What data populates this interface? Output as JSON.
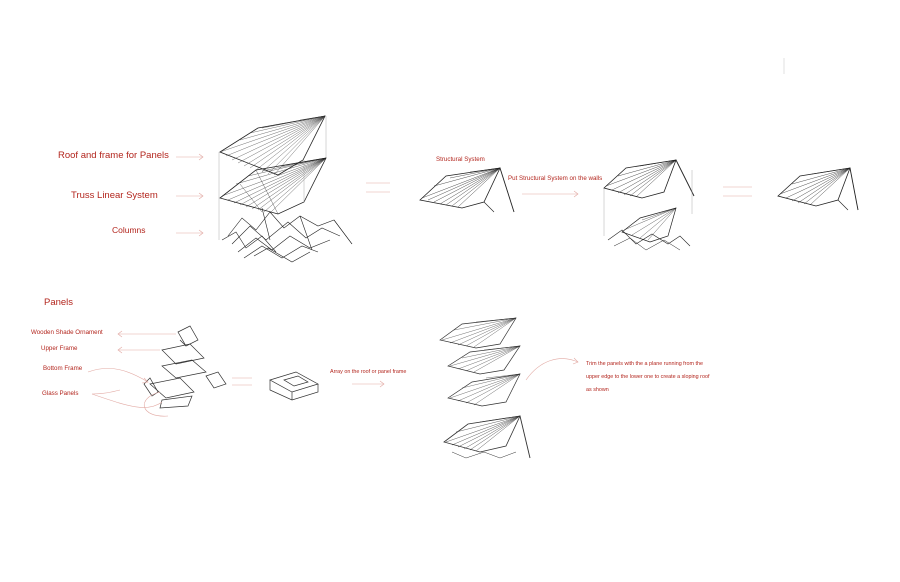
{
  "colors": {
    "accent": "#b3261e",
    "line": "#2a2a2a",
    "arrow": "#e2a9a3"
  },
  "top_row": {
    "labels": {
      "roof": "Roof and frame for Panels",
      "truss": "Truss Linear System",
      "columns": "Columns"
    },
    "structural_system": "Structural System",
    "put_structural": "Put Structural System on the walls"
  },
  "bottom_row": {
    "heading": "Panels",
    "labels": {
      "wooden": "Wooden Shade Ornament",
      "upper": "Upper Frame",
      "bottom": "Bottom Frame",
      "glass": "Glass Panels"
    },
    "array_note": "Array on the roof or panel frame",
    "trim_note": "Trim the panels with the a plane running from the upper edge to the lower one to create a sloping roof as shown"
  }
}
